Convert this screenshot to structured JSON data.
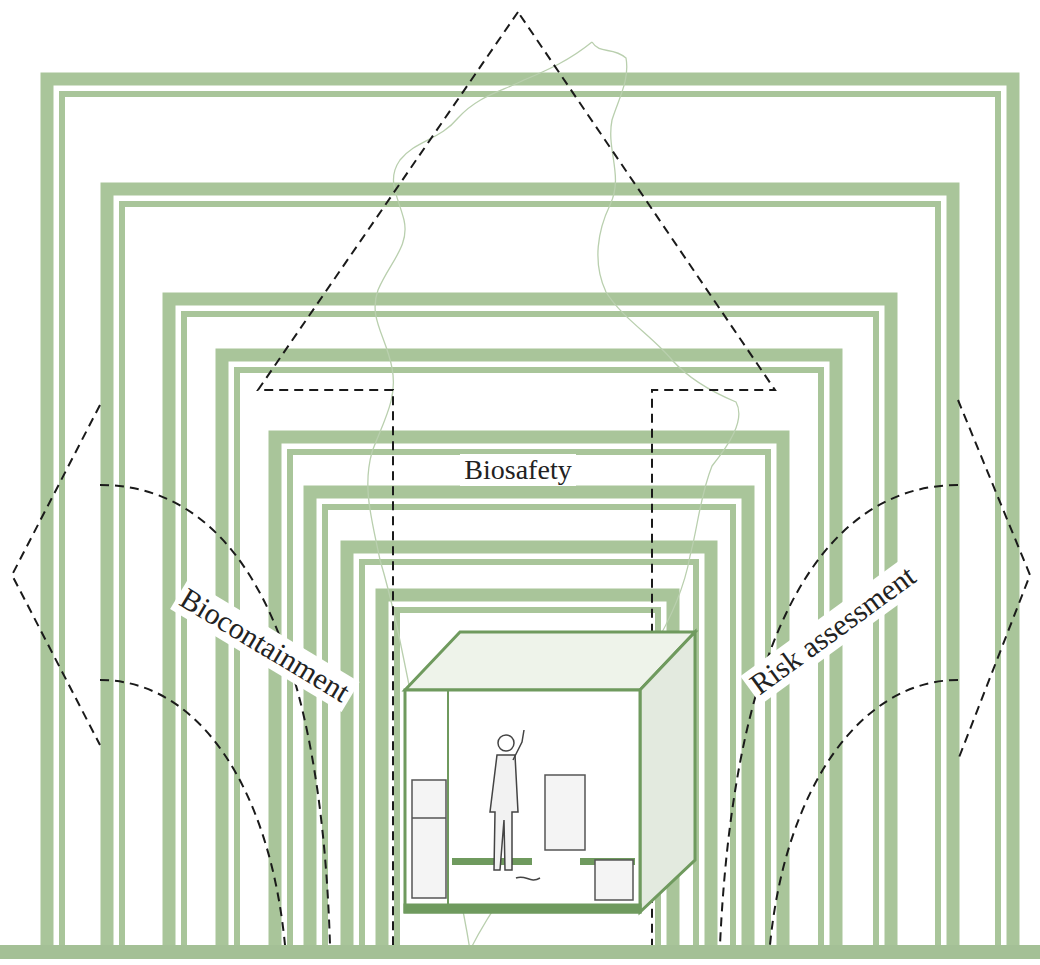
{
  "diagram": {
    "labels": [
      "Biosafety",
      "Biocontainment",
      "Risk assessment"
    ]
  }
}
